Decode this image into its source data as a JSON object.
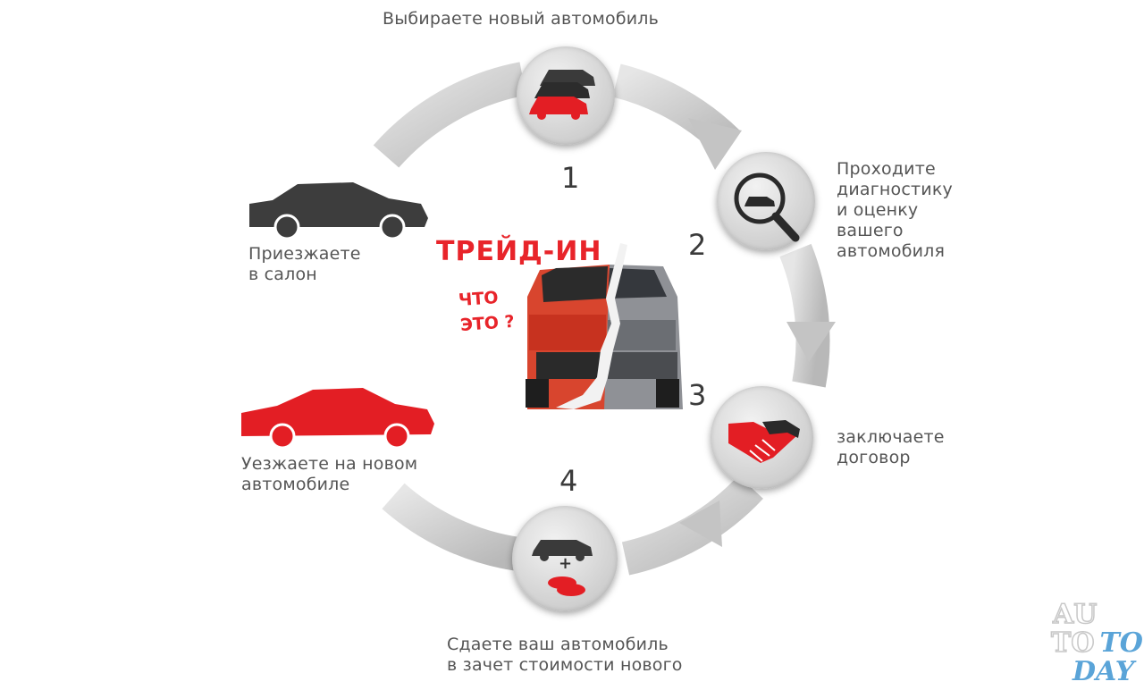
{
  "diagram": {
    "center_title": "ТРЕЙД-ИН",
    "center_subtitle": "ЧТО\nЭТО ?",
    "center_photo_icon": "suv-photo-icon",
    "steps": [
      {
        "number": "1",
        "label": "Выбираете новый автомобиль",
        "icon": "cars-choice-icon"
      },
      {
        "number": "2",
        "label": "Проходите\nдиагностику\nи оценку\nвашего\nавтомобиля",
        "icon": "magnifier-car-icon"
      },
      {
        "number": "3",
        "label": "заключаете\nдоговор",
        "icon": "handshake-icon"
      },
      {
        "number": "4",
        "label": "Сдаете ваш автомобиль\nв зачет стоимости нового",
        "icon": "car-plus-money-icon"
      }
    ],
    "start": {
      "label": "Приезжаете\nв салон",
      "icon": "dark-sedan-icon",
      "color": "#3d3d3d"
    },
    "finish": {
      "label": "Уезжаете на новом\nавтомобиле",
      "icon": "red-sedan-icon",
      "color": "#e31e24"
    },
    "plus_sign": "+"
  },
  "watermark": {
    "line1": "AU",
    "line2a": "TO",
    "line2b": "TO",
    "line3": "DAY"
  },
  "colors": {
    "ring": "#c9c9c9",
    "accent_red": "#e31e24",
    "dark": "#3d3d3d"
  }
}
